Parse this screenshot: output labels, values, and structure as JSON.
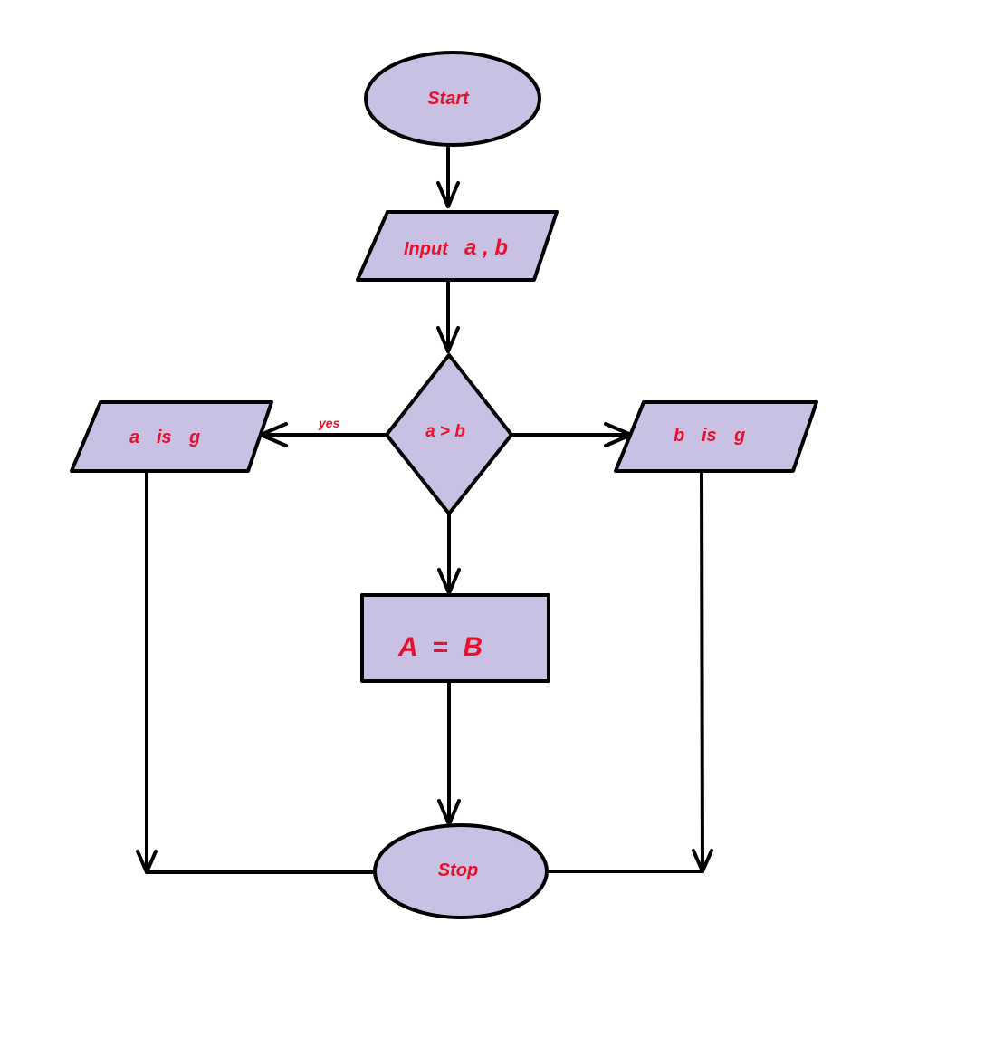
{
  "colors": {
    "shape_fill": "#c8c1e3",
    "stroke": "#000000",
    "text": "#e8112d"
  },
  "nodes": {
    "start": "Start",
    "input_word": "Input",
    "input_vars": "a , b",
    "decision": "a > b",
    "left_a": "a",
    "left_is": "is",
    "left_g": "g",
    "right_b": "b",
    "right_is": "is",
    "right_g": "g",
    "process": "A  =  B",
    "stop": "Stop"
  },
  "edges": {
    "yes_label": "yes"
  }
}
